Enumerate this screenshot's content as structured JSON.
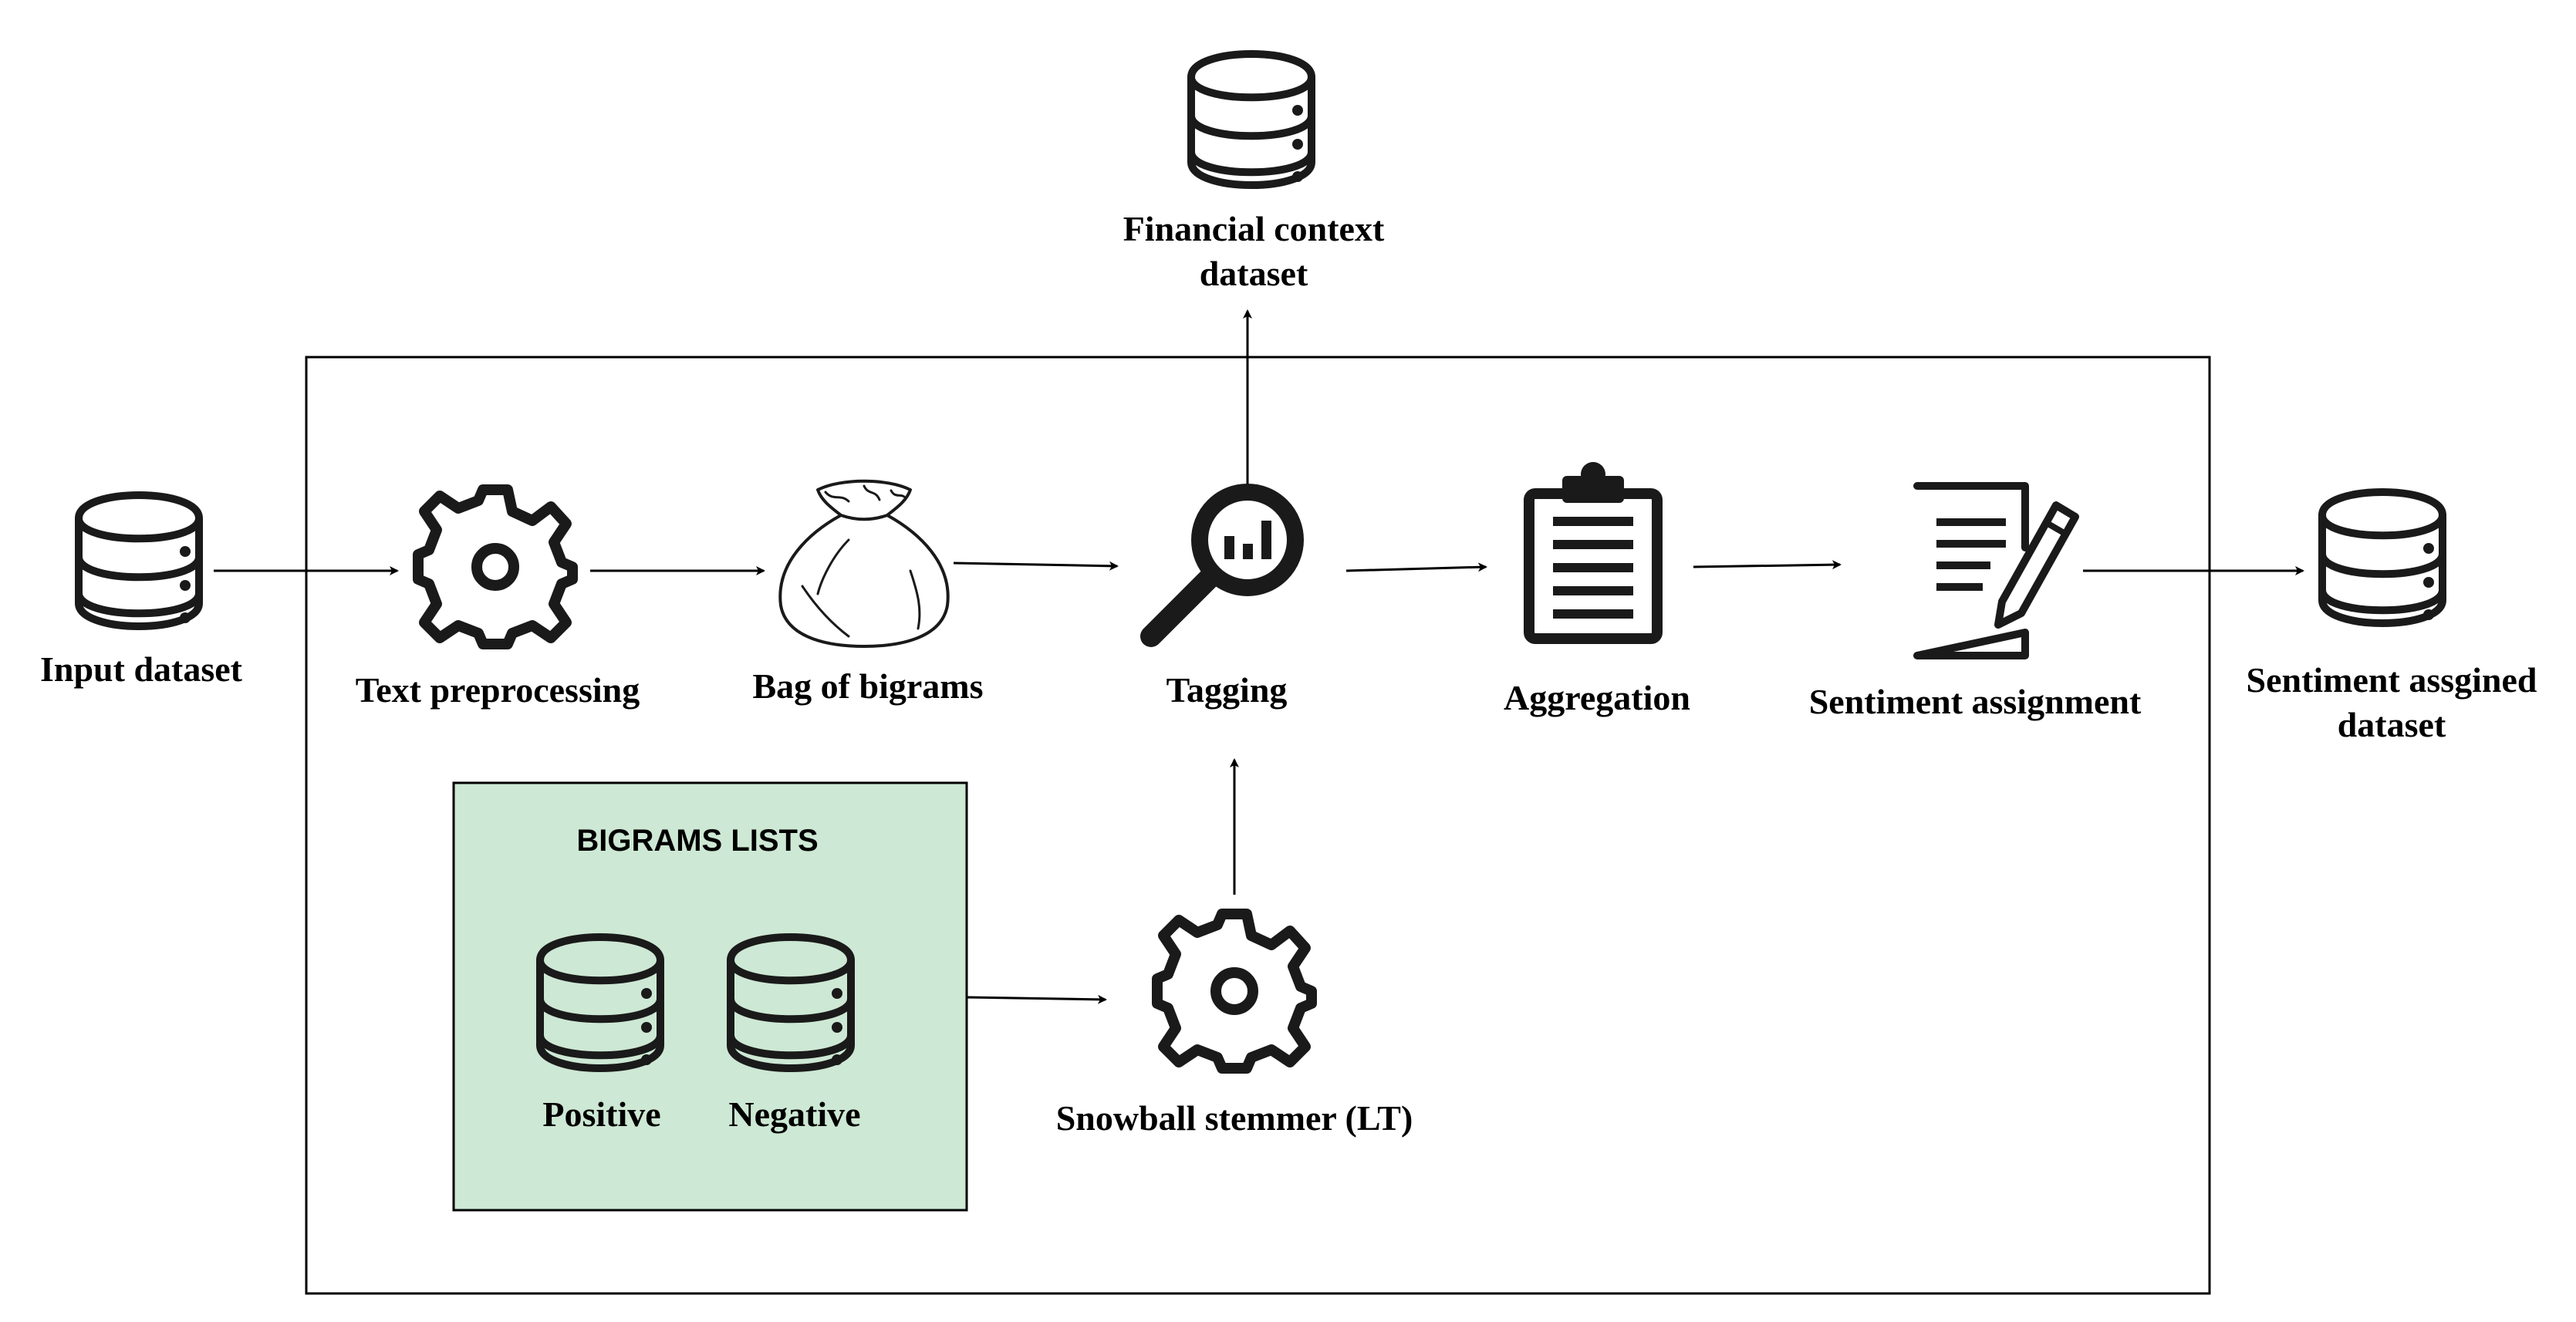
{
  "diagram": {
    "nodes": {
      "input_dataset": {
        "label": "Input dataset",
        "icon": "database-icon"
      },
      "text_preprocessing": {
        "label": "Text preprocessing",
        "icon": "gear-icon"
      },
      "bag_of_bigrams": {
        "label": "Bag of bigrams",
        "icon": "money-bag-icon"
      },
      "tagging": {
        "label": "Tagging",
        "icon": "magnifier-chart-icon"
      },
      "financial_context": {
        "label_line1": "Financial context",
        "label_line2": "dataset",
        "icon": "database-icon"
      },
      "aggregation": {
        "label": "Aggregation",
        "icon": "clipboard-icon"
      },
      "sentiment_assignment": {
        "label": "Sentiment assignment",
        "icon": "document-pen-icon"
      },
      "sentiment_dataset": {
        "label_line1": "Sentiment assgined",
        "label_line2": "dataset",
        "icon": "database-icon"
      },
      "snowball_stemmer": {
        "label": "Snowball stemmer (LT)",
        "icon": "gear-icon"
      }
    },
    "bigrams_lists": {
      "title": "BIGRAMS LISTS",
      "positive": "Positive",
      "negative": "Negative",
      "fill_color": "#cde8d4"
    },
    "edges": [
      {
        "from": "Input dataset",
        "to": "Text preprocessing"
      },
      {
        "from": "Text preprocessing",
        "to": "Bag of bigrams"
      },
      {
        "from": "Bag of bigrams",
        "to": "Tagging"
      },
      {
        "from": "Tagging",
        "to": "Financial context dataset"
      },
      {
        "from": "Tagging",
        "to": "Aggregation"
      },
      {
        "from": "Aggregation",
        "to": "Sentiment assignment"
      },
      {
        "from": "Sentiment assignment",
        "to": "Sentiment assgined dataset"
      },
      {
        "from": "BIGRAMS LISTS",
        "to": "Snowball stemmer (LT)"
      },
      {
        "from": "Snowball stemmer (LT)",
        "to": "Tagging"
      }
    ]
  }
}
